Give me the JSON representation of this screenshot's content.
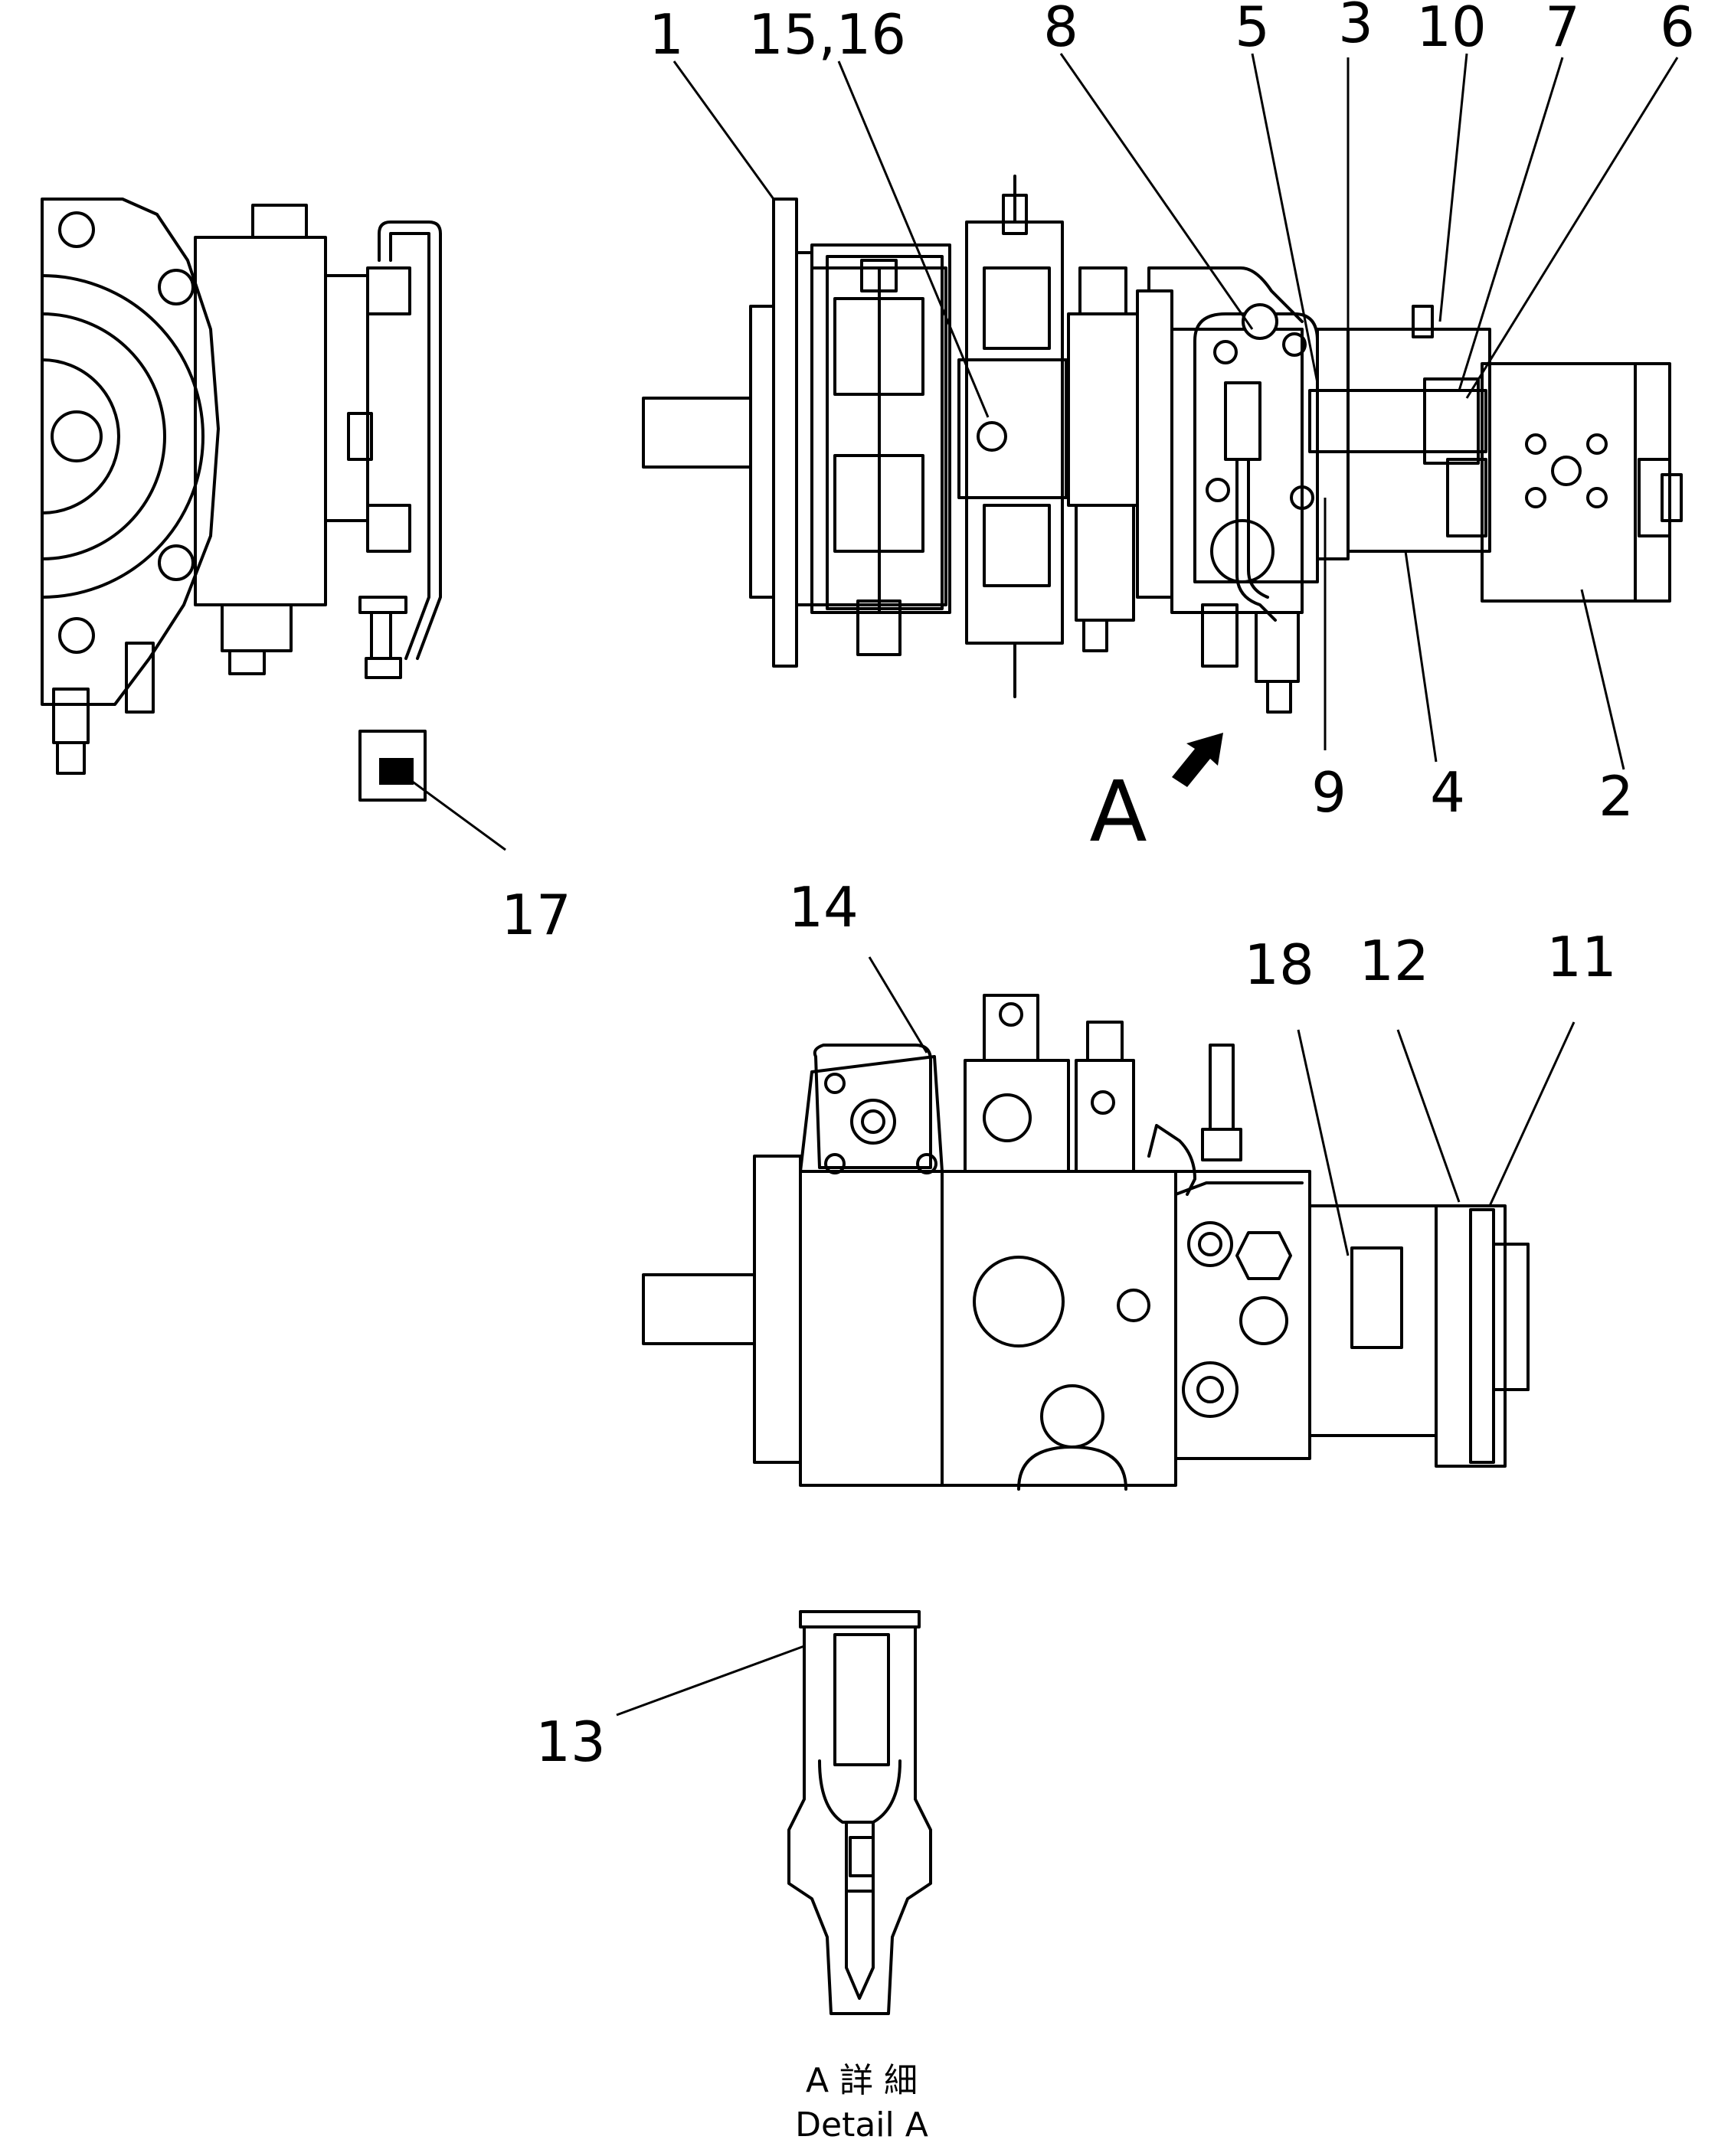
{
  "callouts": {
    "c1": "1",
    "c15_16": "15,16",
    "c8": "8",
    "c5": "5",
    "c3": "3",
    "c10": "10",
    "c7": "7",
    "c6": "6",
    "c9": "9",
    "c4": "4",
    "c2": "2",
    "c17": "17",
    "c14": "14",
    "c18": "18",
    "c12": "12",
    "c11": "11",
    "c13": "13"
  },
  "view_marker": "A",
  "detail_caption": {
    "line1": "A 詳 細",
    "line2": "Detail A"
  }
}
